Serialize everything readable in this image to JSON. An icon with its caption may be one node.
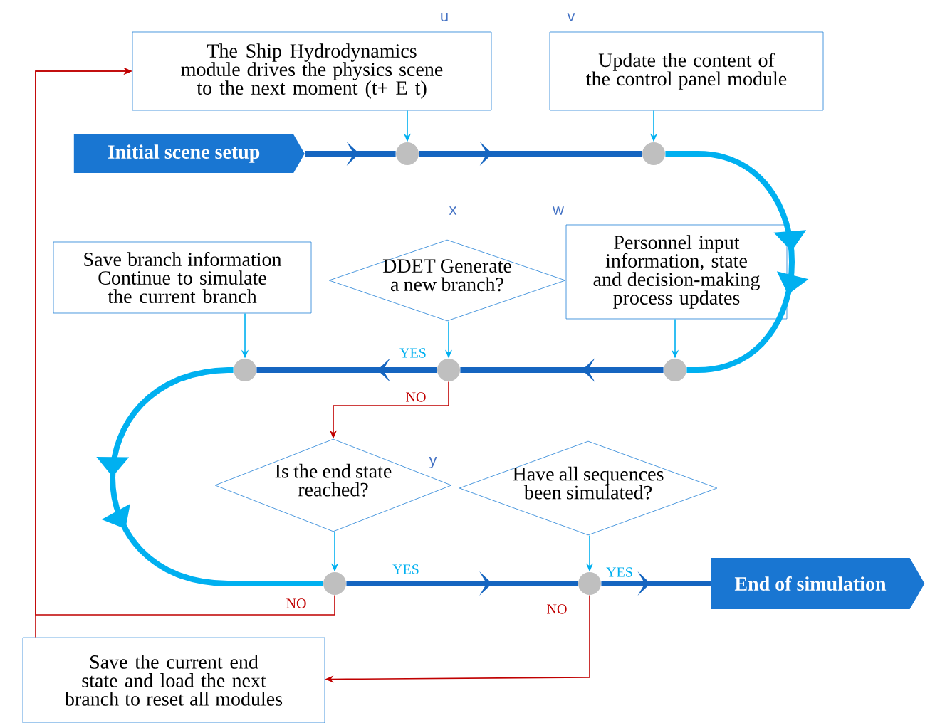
{
  "diagram": {
    "nodes": [
      {
        "text": [
          "The Ship Hydrodynamics module drives the physics scene to the next moment (t+ E t)"
        ]
      },
      {
        "text": [
          "Update the content of the control panel module"
        ]
      },
      {
        "text": [
          "Initial scene setup"
        ]
      },
      {
        "text": [],
        "shape": "circle"
      },
      {
        "text": [],
        "shape": "circle"
      },
      {
        "text": [
          "DDET Generate a new branch?"
        ]
      },
      {
        "text": [
          "Personnel input information, state and decision-making process updates"
        ]
      },
      {
        "text": [
          "Save branch information Continue to simulate the current branch"
        ]
      },
      {
        "text": [],
        "shape": "circle"
      },
      {
        "text": [],
        "shape": "circle"
      },
      {
        "text": [],
        "shape": "circle"
      },
      {
        "text": [
          "Is the end state reached?"
        ]
      },
      {
        "text": [
          "Have all sequences been simulated?"
        ]
      },
      {
        "text": [],
        "shape": "circle"
      },
      {
        "text": [],
        "shape": "circle"
      },
      {
        "text": [
          "End of simulation"
        ]
      },
      {
        "text": [
          "Save the current end state and load the next branch to reset all modules"
        ]
      }
    ],
    "edges": [
      {
        "from": 0,
        "to": 3,
        "arrow": "to"
      },
      {
        "from": 1,
        "to": 4,
        "arrow": "to"
      },
      {
        "from": 2,
        "to": 3,
        "arrow": "to",
        "style": "thick",
        "color": "#1565c0"
      },
      {
        "from": 3,
        "to": 4,
        "arrow": "to",
        "style": "thick",
        "color": "#1565c0"
      },
      {
        "from": 4,
        "to": 10,
        "arrow": "to",
        "style": "thick"
      },
      {
        "from": 6,
        "to": 10,
        "arrow": "to"
      },
      {
        "from": 5,
        "to": 9,
        "arrow": "to"
      },
      {
        "from": 7,
        "to": 8,
        "arrow": "to"
      },
      {
        "from": 10,
        "to": 9,
        "arrow": "to",
        "style": "thick",
        "color": "#1565c0"
      },
      {
        "from": 9,
        "to": 8,
        "arrow": "to",
        "style": "thick",
        "color": "#1565c0",
        "label": "YES"
      },
      {
        "from": 9,
        "to": 11,
        "arrow": "to",
        "color": "#c00000",
        "label": "NO"
      },
      {
        "from": 8,
        "to": 13,
        "arrow": "to",
        "style": "thick"
      },
      {
        "from": 11,
        "to": 13,
        "arrow": "to"
      },
      {
        "from": 12,
        "to": 14,
        "arrow": "to"
      },
      {
        "from": 13,
        "to": 14,
        "arrow": "to",
        "style": "thick",
        "color": "#1565c0",
        "label": "YES"
      },
      {
        "from": 14,
        "to": 15,
        "arrow": "to",
        "style": "thick",
        "color": "#1565c0",
        "label": "YES"
      },
      {
        "from": 13,
        "to": 0,
        "arrow": "to",
        "color": "#c00000",
        "label": "NO"
      },
      {
        "from": 14,
        "to": 16,
        "arrow": "to",
        "color": "#c00000",
        "label": "NO"
      },
      {
        "from": 16,
        "to": 0,
        "arrow": "to",
        "color": "#c00000"
      }
    ],
    "labels": [
      "u",
      "v",
      "x",
      "w",
      "y"
    ]
  }
}
